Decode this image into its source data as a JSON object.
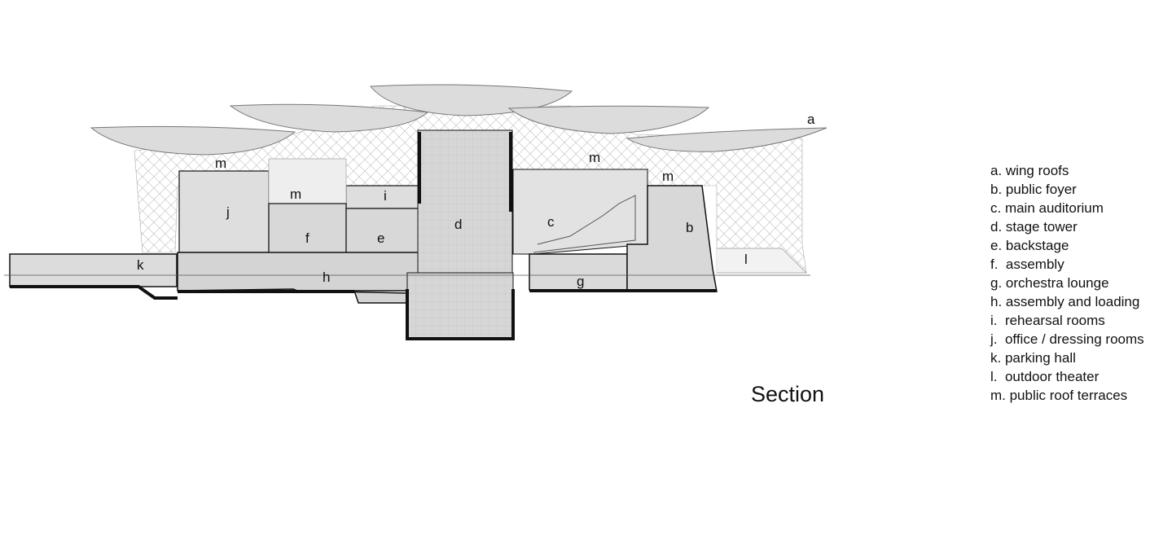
{
  "title": "Section",
  "drawing_labels": {
    "a": "a",
    "b": "b",
    "c": "c",
    "d": "d",
    "e": "e",
    "f": "f",
    "g": "g",
    "h": "h",
    "i": "i",
    "j": "j",
    "k": "k",
    "l": "l",
    "m": "m"
  },
  "legend": [
    "a. wing roofs",
    "b. public foyer",
    "c. main auditorium",
    "d. stage tower",
    "e. backstage",
    "f.  assembly",
    "g. orchestra lounge",
    "h. assembly and loading",
    "i.  rehearsal rooms",
    "j.  office / dressing rooms",
    "k. parking hall",
    "l.  outdoor theater",
    "m. public roof terraces"
  ]
}
